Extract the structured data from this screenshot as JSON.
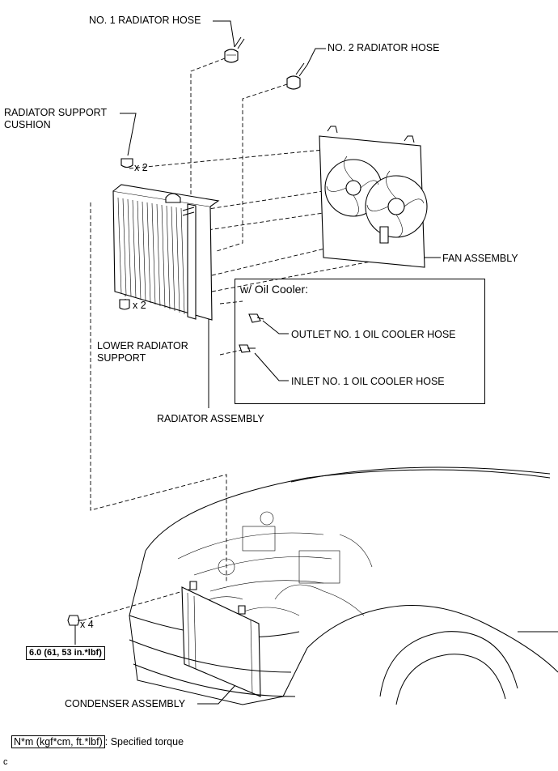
{
  "labels": {
    "no1_hose": "NO. 1 RADIATOR HOSE",
    "no2_hose": "NO. 2 RADIATOR HOSE",
    "support_cushion": "RADIATOR SUPPORT CUSHION",
    "qty_top": "x 2",
    "qty_lower": "x 2",
    "lower_support": "LOWER RADIATOR SUPPORT",
    "fan_assembly": "FAN ASSEMBLY",
    "oil_cooler_title": "w/ Oil Cooler:",
    "outlet_hose": "OUTLET NO. 1 OIL COOLER HOSE",
    "inlet_hose": "INLET NO. 1 OIL COOLER HOSE",
    "radiator_assembly": "RADIATOR ASSEMBLY",
    "qty_bolt": "x 4",
    "torque": "6.0 (61, 53 in.*lbf)",
    "condenser": "CONDENSER ASSEMBLY"
  },
  "legend": {
    "box_text": "N*m (kgf*cm, ft.*lbf)",
    "desc": ": Specified torque"
  },
  "corner_mark": "c"
}
